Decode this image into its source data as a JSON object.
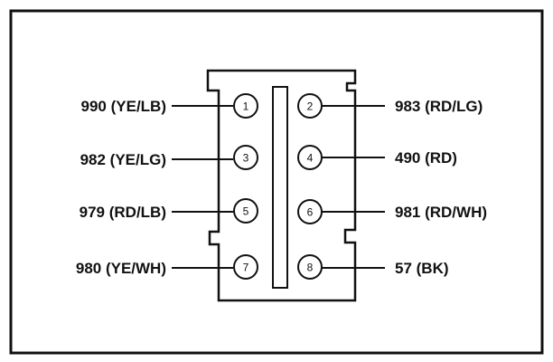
{
  "pins": [
    {
      "number": "1",
      "label": "990 (YE/LB)"
    },
    {
      "number": "2",
      "label": "983 (RD/LG)"
    },
    {
      "number": "3",
      "label": "982 (YE/LG)"
    },
    {
      "number": "4",
      "label": "490 (RD)"
    },
    {
      "number": "5",
      "label": "979 (RD/LB)"
    },
    {
      "number": "6",
      "label": "981 (RD/WH)"
    },
    {
      "number": "7",
      "label": "980 (YE/WH)"
    },
    {
      "number": "8",
      "label": "57 (BK)"
    }
  ],
  "colors": {
    "ink": "#111111",
    "background": "#ffffff"
  }
}
